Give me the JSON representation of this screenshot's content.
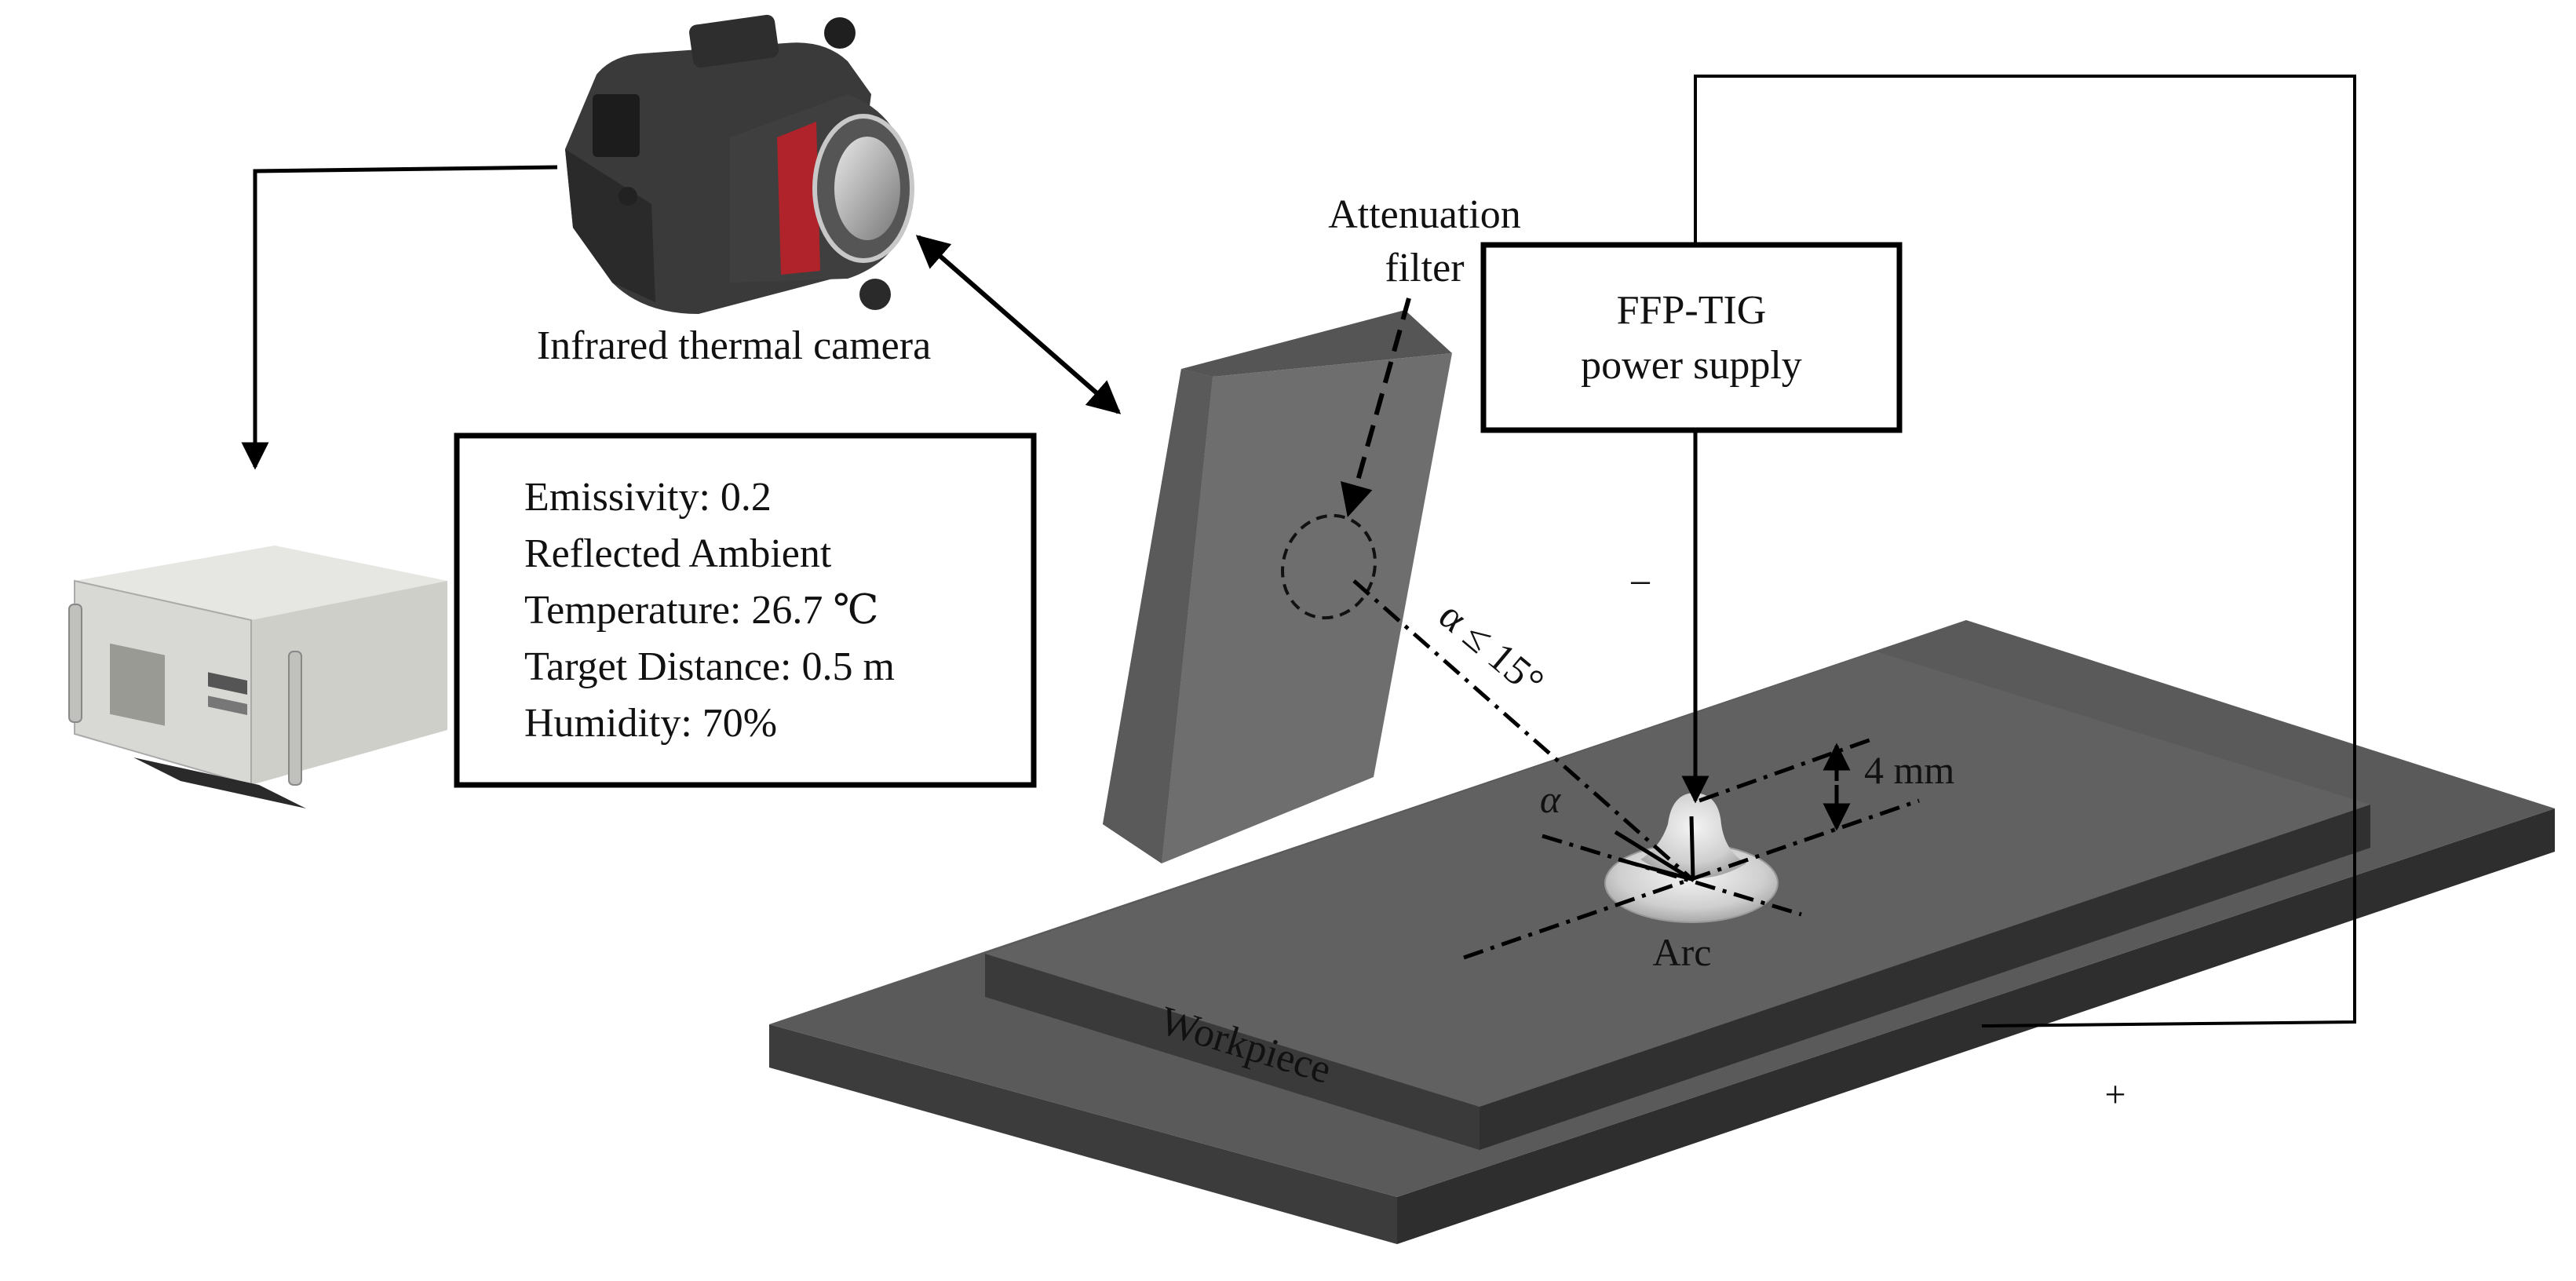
{
  "labels": {
    "camera": "Infrared thermal camera",
    "filter_line1": "Attenuation",
    "filter_line2": "filter",
    "power_line1": "FFP-TIG",
    "power_line2": "power supply",
    "minus": "−",
    "plus": "+",
    "angle_range": "α ≤ 15°",
    "alpha": "α",
    "dim": "4 mm",
    "arc": "Arc",
    "workpiece": "Workpiece"
  },
  "settings": {
    "emissivity": "Emissivity: 0.2",
    "reflected_line1": "Reflected Ambient",
    "reflected_line2": "Temperature: 26.7 ℃",
    "distance": "Target Distance: 0.5 m",
    "humidity": "Humidity: 70%"
  },
  "colors": {
    "workpiece_top": "#5e5e5e",
    "workpiece_side": "#3c3c3c",
    "filter_face": "#6e6e6e",
    "camera_body": "#3a3a3a",
    "camera_accent": "#b0232a",
    "computer_case": "#d8d8d4"
  }
}
